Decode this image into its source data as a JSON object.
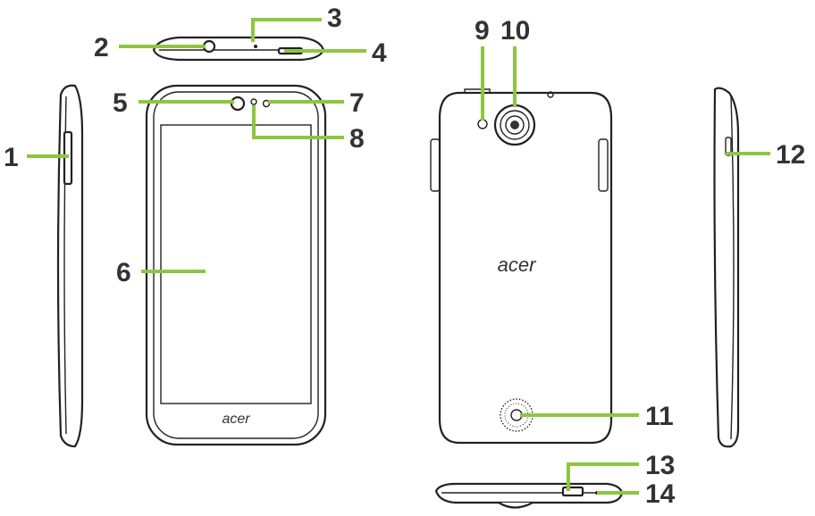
{
  "brand": {
    "logo_front": "acer",
    "logo_back": "acer"
  },
  "colors": {
    "leader": "#8dc63f",
    "label_text": "#333333",
    "outline": "#222222"
  },
  "callouts": [
    {
      "id": "1",
      "label": "1"
    },
    {
      "id": "2",
      "label": "2"
    },
    {
      "id": "3",
      "label": "3"
    },
    {
      "id": "4",
      "label": "4"
    },
    {
      "id": "5",
      "label": "5"
    },
    {
      "id": "6",
      "label": "6"
    },
    {
      "id": "7",
      "label": "7"
    },
    {
      "id": "8",
      "label": "8"
    },
    {
      "id": "9",
      "label": "9"
    },
    {
      "id": "10",
      "label": "10"
    },
    {
      "id": "11",
      "label": "11"
    },
    {
      "id": "12",
      "label": "12"
    },
    {
      "id": "13",
      "label": "13"
    },
    {
      "id": "14",
      "label": "14"
    }
  ]
}
